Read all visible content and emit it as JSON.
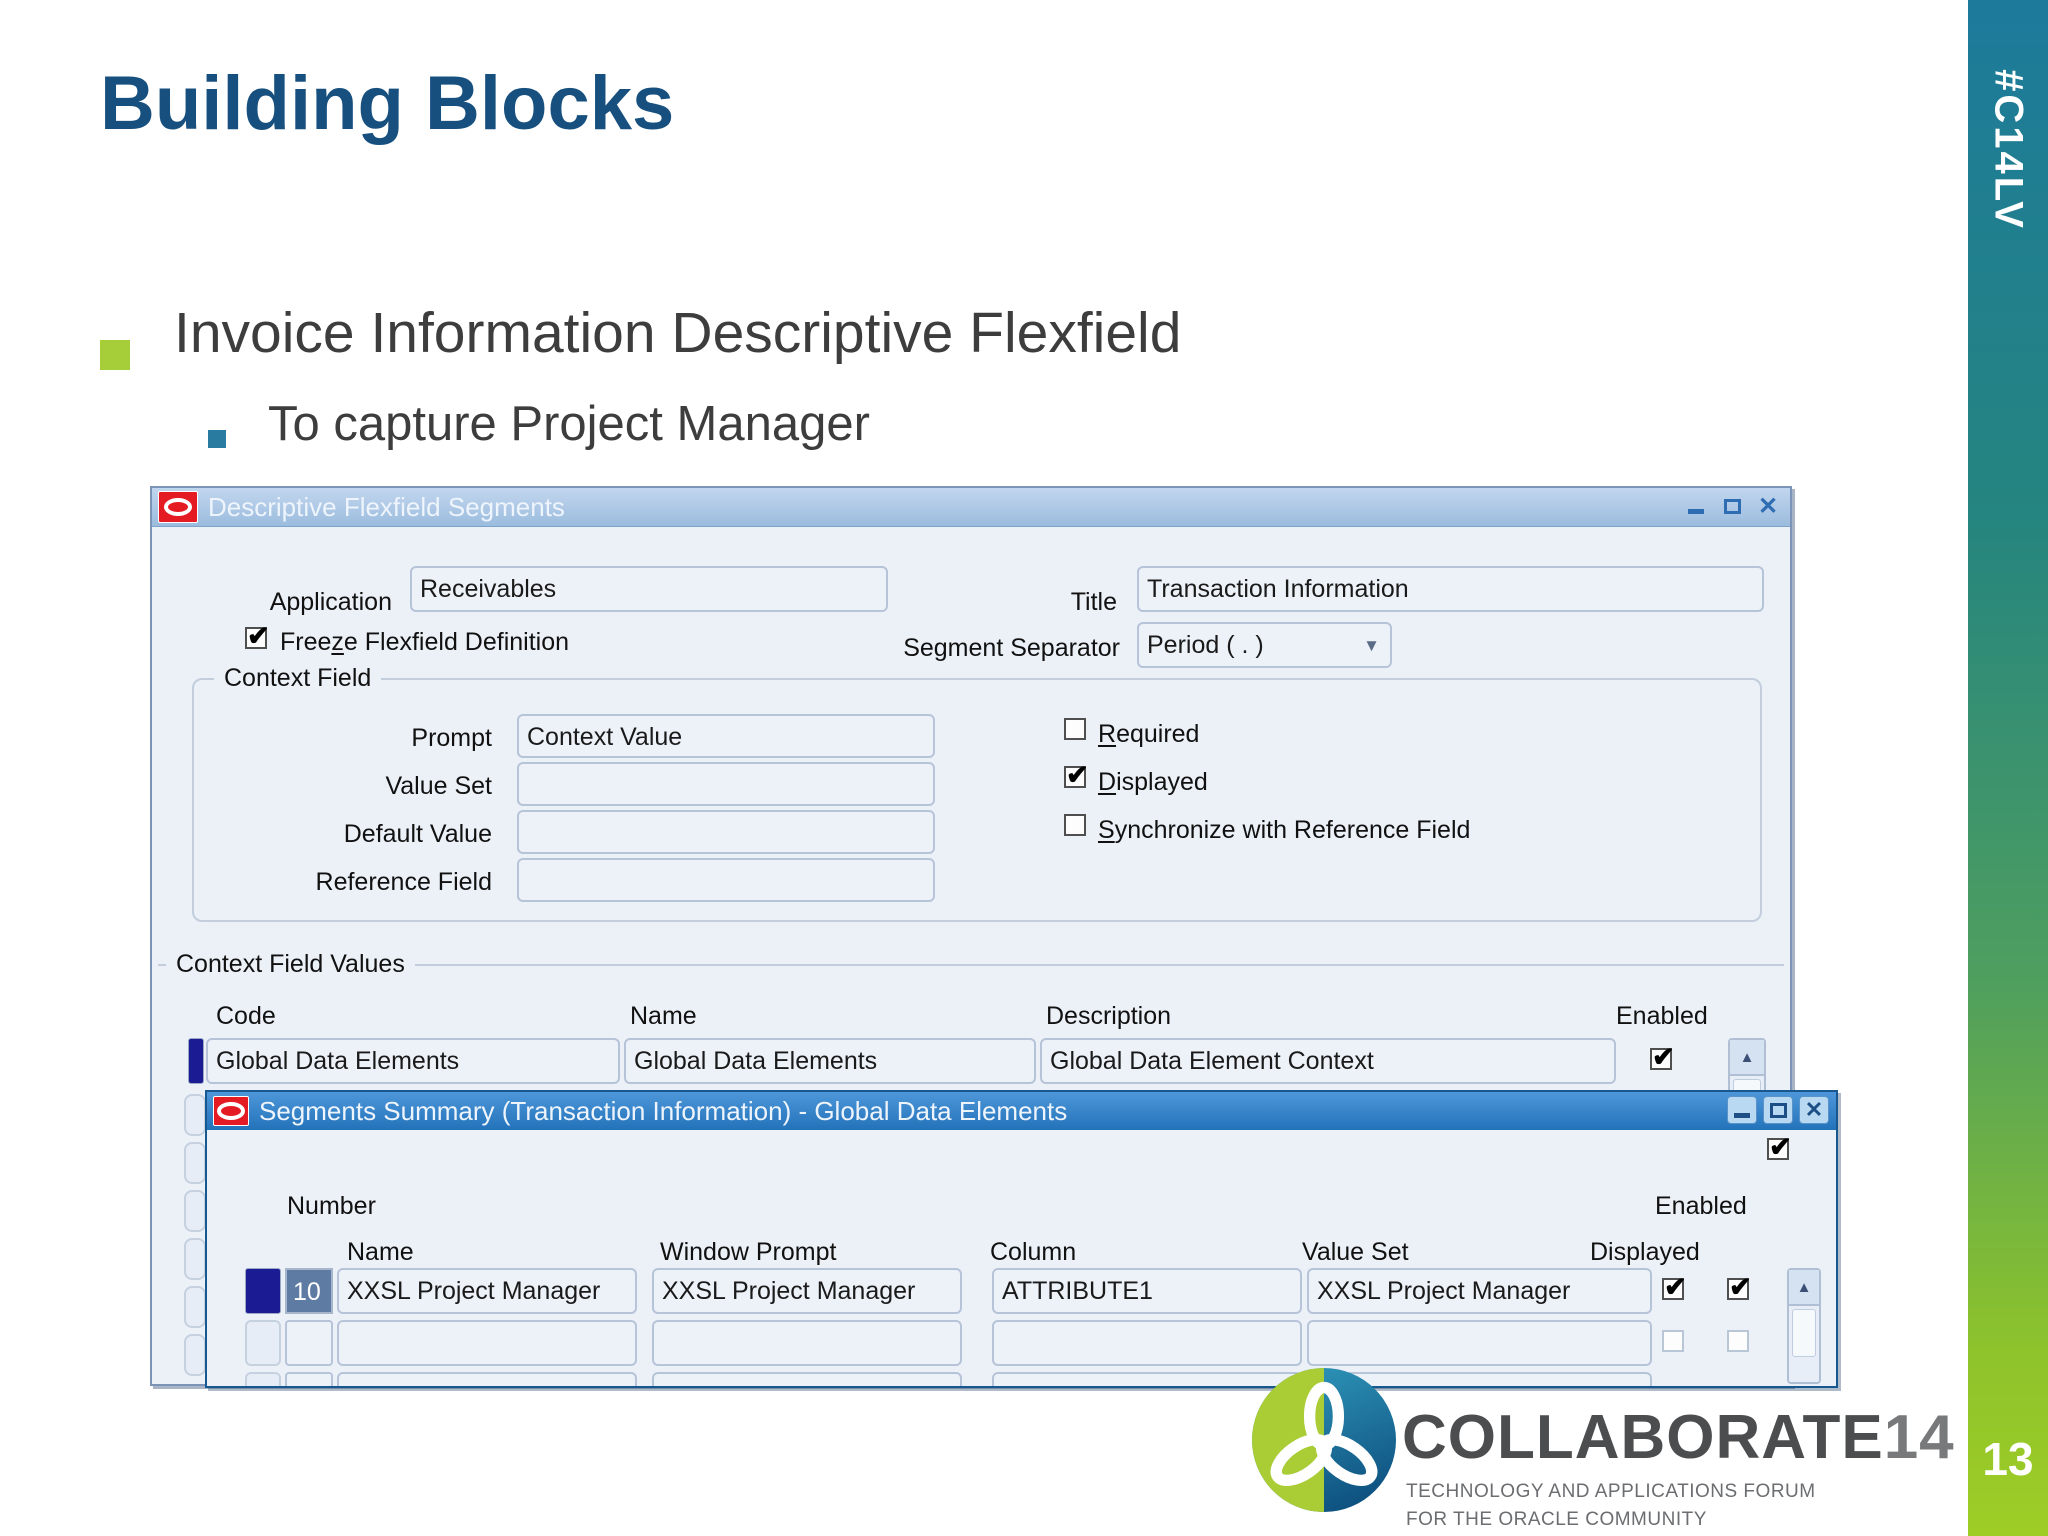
{
  "slide": {
    "title": "Building Blocks",
    "bullet": "Invoice Information Descriptive Flexfield",
    "sub_bullet": "To capture Project Manager",
    "hashtag": "#C14LV",
    "page_number": "13"
  },
  "icons": {
    "check": "✔",
    "close": "✕",
    "dropdown_arrow": "▼",
    "scroll_up_arrow": "▲"
  },
  "colors": {
    "title_blue": "#17507f",
    "bullet_green": "#a6ce39",
    "bullet_teal": "#2a7ba0",
    "oracle_red": "#e51b24",
    "window1_titlebar": "#a9c6e4",
    "window2_titlebar": "#2e7ec4",
    "sidebar_top": "#1d7a9b",
    "sidebar_bottom": "#9ecd26"
  },
  "window1": {
    "title": "Descriptive Flexfield Segments",
    "application_label": "Application",
    "application_value": "Receivables",
    "title_label": "Title",
    "title_value": "Transaction Information",
    "freeze_label_prefix": "Free",
    "freeze_label_mnemonic": "z",
    "freeze_label_suffix": "e Flexfield Definition",
    "freeze_checked": true,
    "segment_separator_label": "Segment Separator",
    "segment_separator_value": "Period ( . )",
    "context_field": {
      "legend": "Context Field",
      "prompt_label": "Prompt",
      "prompt_value": "Context Value",
      "value_set_label": "Value Set",
      "value_set_value": "",
      "default_value_label": "Default Value",
      "default_value_value": "",
      "reference_field_label": "Reference Field",
      "reference_field_value": "",
      "required_mnemonic": "R",
      "required_suffix": "equired",
      "required_checked": false,
      "displayed_mnemonic": "D",
      "displayed_suffix": "isplayed",
      "displayed_checked": true,
      "synchronize_mnemonic": "S",
      "synchronize_suffix": "ynchronize with Reference Field",
      "synchronize_checked": false
    },
    "context_field_values": {
      "legend": "Context Field Values",
      "code_header": "Code",
      "name_header": "Name",
      "description_header": "Description",
      "enabled_header": "Enabled",
      "row": {
        "code": "Global Data Elements",
        "name": "Global Data Elements",
        "description": "Global Data Element Context",
        "enabled": true
      }
    }
  },
  "window2": {
    "title": "Segments Summary (Transaction Information) - Global Data Elements",
    "top_checkbox_checked": true,
    "number_header": "Number",
    "enabled_header": "Enabled",
    "name_header": "Name",
    "window_prompt_header": "Window Prompt",
    "column_header": "Column",
    "value_set_header": "Value Set",
    "displayed_header": "Displayed",
    "rows": [
      {
        "number": "10",
        "name": "XXSL Project Manager",
        "window_prompt": "XXSL Project Manager",
        "column": "ATTRIBUTE1",
        "value_set": "XXSL Project Manager",
        "displayed": true,
        "enabled": true
      },
      {
        "number": "",
        "name": "",
        "window_prompt": "",
        "column": "",
        "value_set": "",
        "displayed": false,
        "enabled": false
      }
    ]
  },
  "footer": {
    "brand": "COLLABORATE",
    "brand_number": "14",
    "tagline_line1": "TECHNOLOGY AND APPLICATIONS FORUM",
    "tagline_line2": "FOR THE ORACLE COMMUNITY"
  }
}
